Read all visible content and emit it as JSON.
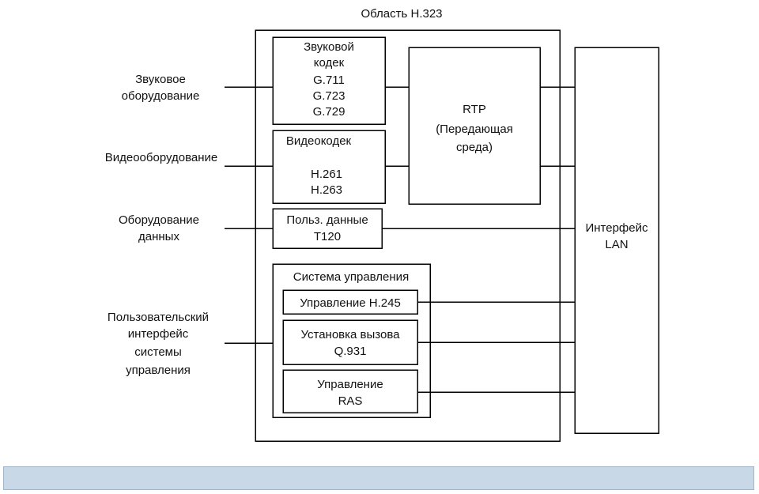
{
  "diagram": {
    "area_title": "Область H.323",
    "audio_codec": [
      "Звуковой",
      "кодек",
      "G.711",
      "G.723",
      "G.729"
    ],
    "video_codec": {
      "title": "Видеокодек",
      "standards": [
        "H.261",
        "H.263"
      ]
    },
    "user_data": [
      "Польз. данные",
      "T120"
    ],
    "rtp": [
      "RTP",
      "(Передающая",
      "среда)"
    ],
    "control_system": {
      "title": "Система управления",
      "h245": "Управление H.245",
      "call_setup": [
        "Установка вызова",
        "Q.931"
      ],
      "ras": [
        "Управление",
        "RAS"
      ]
    },
    "lan_interface": [
      "Интерфейс",
      "LAN"
    ],
    "left_labels": {
      "audio_equipment": [
        "Звуковое",
        "оборудование"
      ],
      "video_equipment": [
        "Видеооборудование"
      ],
      "data_equipment": [
        "Оборудование",
        "данных"
      ],
      "control_ui": [
        "Пользовательский",
        "интерфейс",
        "системы",
        "управления"
      ]
    }
  }
}
